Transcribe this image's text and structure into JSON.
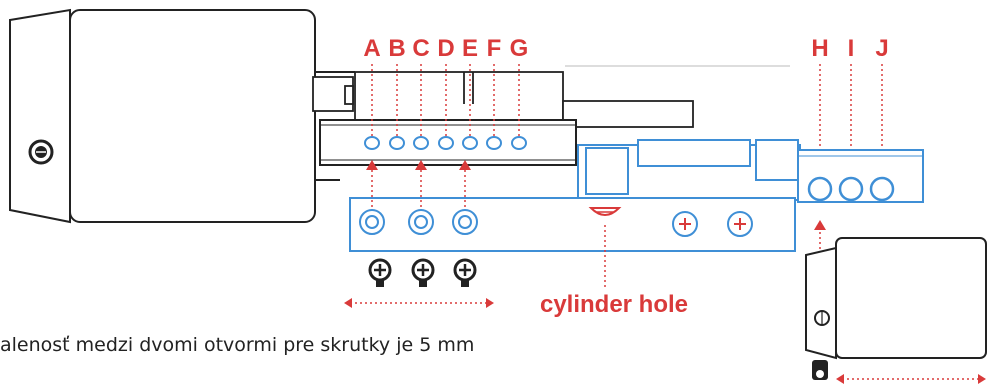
{
  "hole_labels": [
    "A",
    "B",
    "C",
    "D",
    "E",
    "F",
    "G",
    "H",
    "I",
    "J"
  ],
  "cylinder_label": "cylinder hole",
  "note_text": "alenosť medzi dvomi otvormi pre skrutky je 5 mm",
  "colors": {
    "label_red": "#d93a3a",
    "outline": "#222222",
    "bracket_blue": "#3f8fd6",
    "accent_red": "#d93a3a"
  },
  "icons": [
    "screw-icon",
    "dotted-arrow",
    "cylinder-hole"
  ]
}
